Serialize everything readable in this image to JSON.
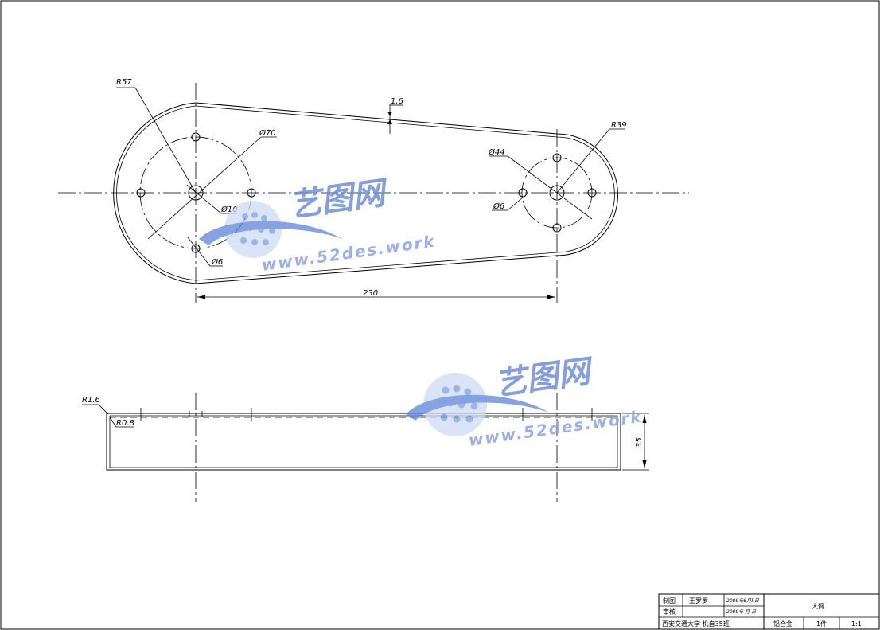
{
  "drawing": {
    "top_view": {
      "dims": {
        "r_large": "R57",
        "r_small": "R39",
        "d_pcd_large": "Ø70",
        "d_pcd_small": "Ø44",
        "d_hole_center": "Ø10",
        "d_hole_large": "Ø6",
        "d_hole_small": "Ø6",
        "wall": "1.6",
        "span": "230"
      }
    },
    "side_view": {
      "dims": {
        "r_outer": "R1.6",
        "r_inner": "R0.8",
        "height": "35"
      }
    }
  },
  "watermark": {
    "name_cn": "艺图网",
    "site": "www.52des.work"
  },
  "title_block": {
    "drawn_label": "制图",
    "drawn_name": "王罗罗",
    "drawn_date": "2009年6月5日",
    "checked_label": "审核",
    "checked_date": "2009年 月 日",
    "school": "西安交通大学 机自35班",
    "part_name": "大臂",
    "material": "铝合金",
    "quantity": "1件",
    "scale": "1:1"
  },
  "colors": {
    "line": "#000000",
    "background": "#ffffff",
    "watermark": "#6f8fd6"
  }
}
